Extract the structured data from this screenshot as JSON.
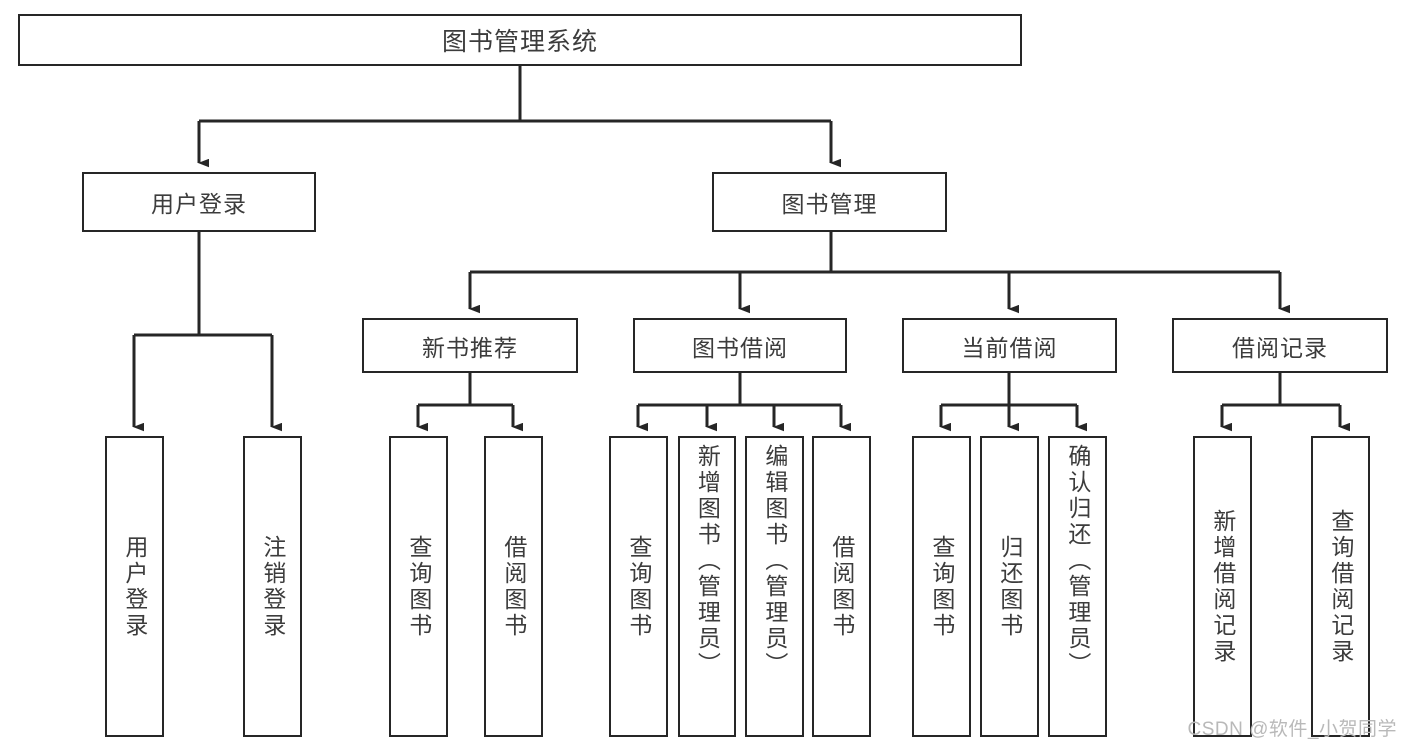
{
  "diagram": {
    "title": "图书管理系统",
    "type": "tree",
    "stroke_color": "#262626",
    "fill_color": "#ffffff",
    "text_color": "#3c3c3c",
    "watermark": "CSDN @软件_小贺同学",
    "root": {
      "label": "图书管理系统"
    },
    "level2": [
      {
        "label": "用户登录"
      },
      {
        "label": "图书管理"
      }
    ],
    "level3": [
      {
        "label": "新书推荐"
      },
      {
        "label": "图书借阅"
      },
      {
        "label": "当前借阅"
      },
      {
        "label": "借阅记录"
      }
    ],
    "leaves": {
      "user_login": [
        {
          "label": "用户登录"
        },
        {
          "label": "注销登录"
        }
      ],
      "new_book_recommend": [
        {
          "label": "查询图书"
        },
        {
          "label": "借阅图书"
        }
      ],
      "book_borrow": [
        {
          "label": "查询图书"
        },
        {
          "label": "新增图书（管理员）"
        },
        {
          "label": "编辑图书（管理员）"
        },
        {
          "label": "借阅图书"
        }
      ],
      "current_borrow": [
        {
          "label": "查询图书"
        },
        {
          "label": "归还图书"
        },
        {
          "label": "确认归还（管理员）"
        }
      ],
      "borrow_record": [
        {
          "label": "新增借阅记录"
        },
        {
          "label": "查询借阅记录"
        }
      ]
    }
  }
}
